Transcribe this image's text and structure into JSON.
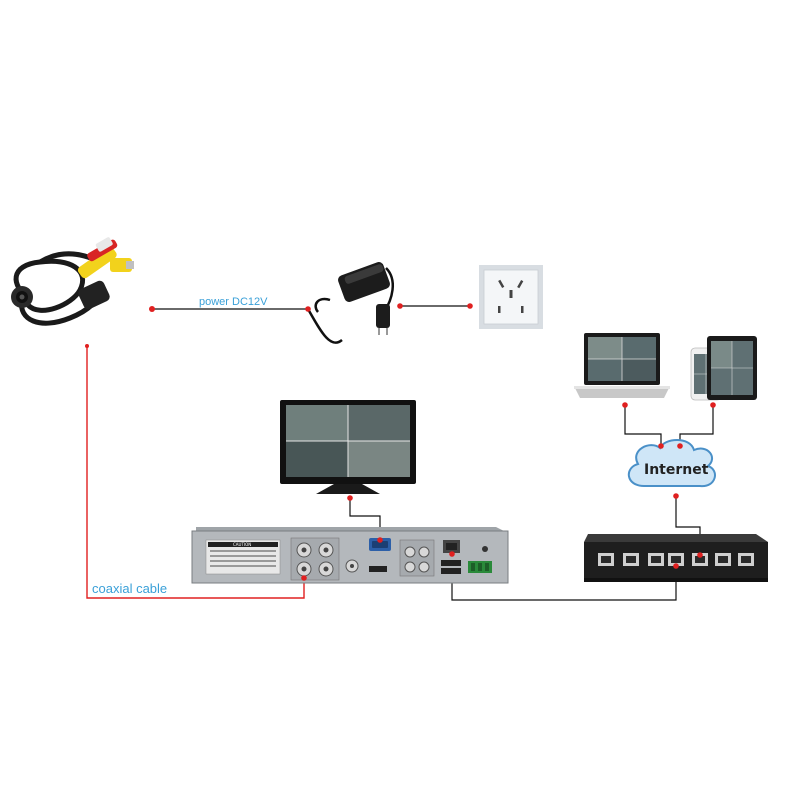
{
  "labels": {
    "power": "power DC12V",
    "coax": "coaxial cable",
    "internet": "Internet",
    "dvr_caution": "CAUTION"
  },
  "colors": {
    "video_cable": "#e02020",
    "data_cable": "#111111",
    "connector_dot": "#e02020",
    "label_text": "#3aa0d8",
    "cloud_fill": "#cfe6f7",
    "cloud_stroke": "#4a90c8"
  },
  "icons": [
    "cctv-camera-icon",
    "power-adapter-icon",
    "wall-socket-icon",
    "monitor-icon",
    "dvr-recorder-icon",
    "laptop-icon",
    "phone-icon",
    "tablet-icon",
    "internet-cloud-icon",
    "network-switch-icon"
  ]
}
